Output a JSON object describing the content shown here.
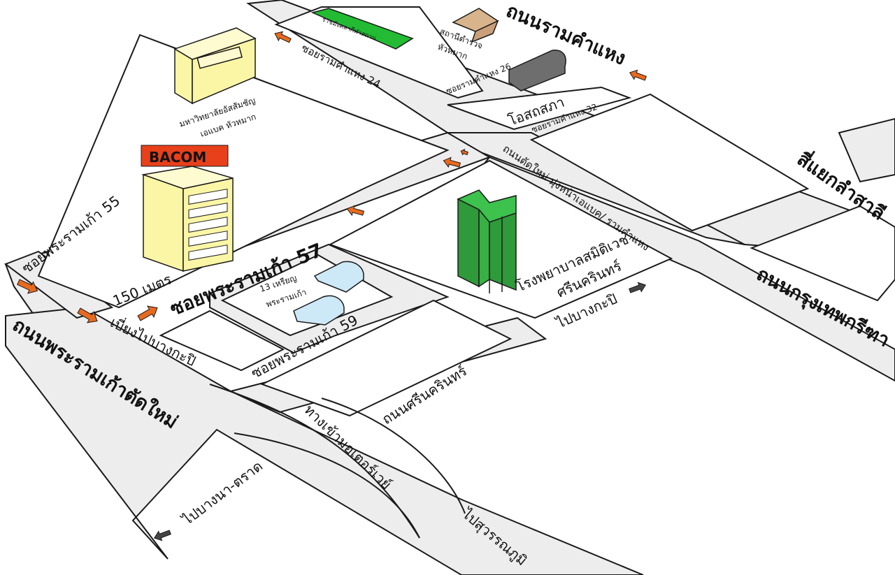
{
  "roads": {
    "main_new": "ถนนพระรามเก้าตัดใหม่",
    "ramkhamhaeng": "ถนนรามคำแหง",
    "new_cut": "ถนนตัดใหม่ มุ่งหน้าเอแบค/ รามคำแหง",
    "krungthep_kritha": "ถนนกรุงเทพกรีฑา",
    "lamsali": "สี่แยกลำสาลี",
    "srinakarin": "ถนนศรีนครินทร์",
    "soi57": "ซอยพระรามเก้า 57",
    "soi55": "ซอยพระรามเก้า 55",
    "soi59": "ซอยพระรามเก้า 59",
    "rk24": "ซอยรามคำแหง 24",
    "rk26": "ซอยรามคำแหง 26",
    "rk32": "ซอยรามคำแหง 32",
    "motorway": "ทางเข้ามอเตอร์เวย์",
    "to_bangna": "ไปบางนา-ตราด",
    "to_suvarnabhumi": "ไปสุวรรณภูมิ",
    "to_bangkapi": "ไปบางกะปิ",
    "veer_bangkapi": "เบี่ยงไปบางกะปิ",
    "distance": "150 เมตร"
  },
  "landmarks": {
    "stadium": "ราชมังคลากีฬาสถาน",
    "police_line1": "สถานีตำรวจ",
    "police_line2": "หัวหมาก",
    "assumption_line1": "มหาวิทยาลัยอัสสัมชัญ",
    "assumption_line2": "เอแบค หัวหมาก",
    "bacom_logo": "BACOM",
    "lotus": "โอสถสภา",
    "hospital_line1": "โรงพยาบาลสมิติเวช",
    "hospital_line2": "ศรีนครินทร์",
    "charoen_line1": "13 เหรียญ",
    "charoen_line2": "พระรามเก้า"
  },
  "colors": {
    "road_fill": "#ededed",
    "road_stroke": "#1a1a1a",
    "arrow_orange": "#e86a1e",
    "arrow_dark": "#444444",
    "stadium_green": "#22bb33",
    "hospital_green": "#2e9a3a",
    "building_yellow": "#fbf6a6",
    "bacom_red": "#e8401a",
    "glass_blue": "#cde8f6",
    "police_tan": "#d8b48c",
    "lotus_gray": "#6e6e6e"
  }
}
